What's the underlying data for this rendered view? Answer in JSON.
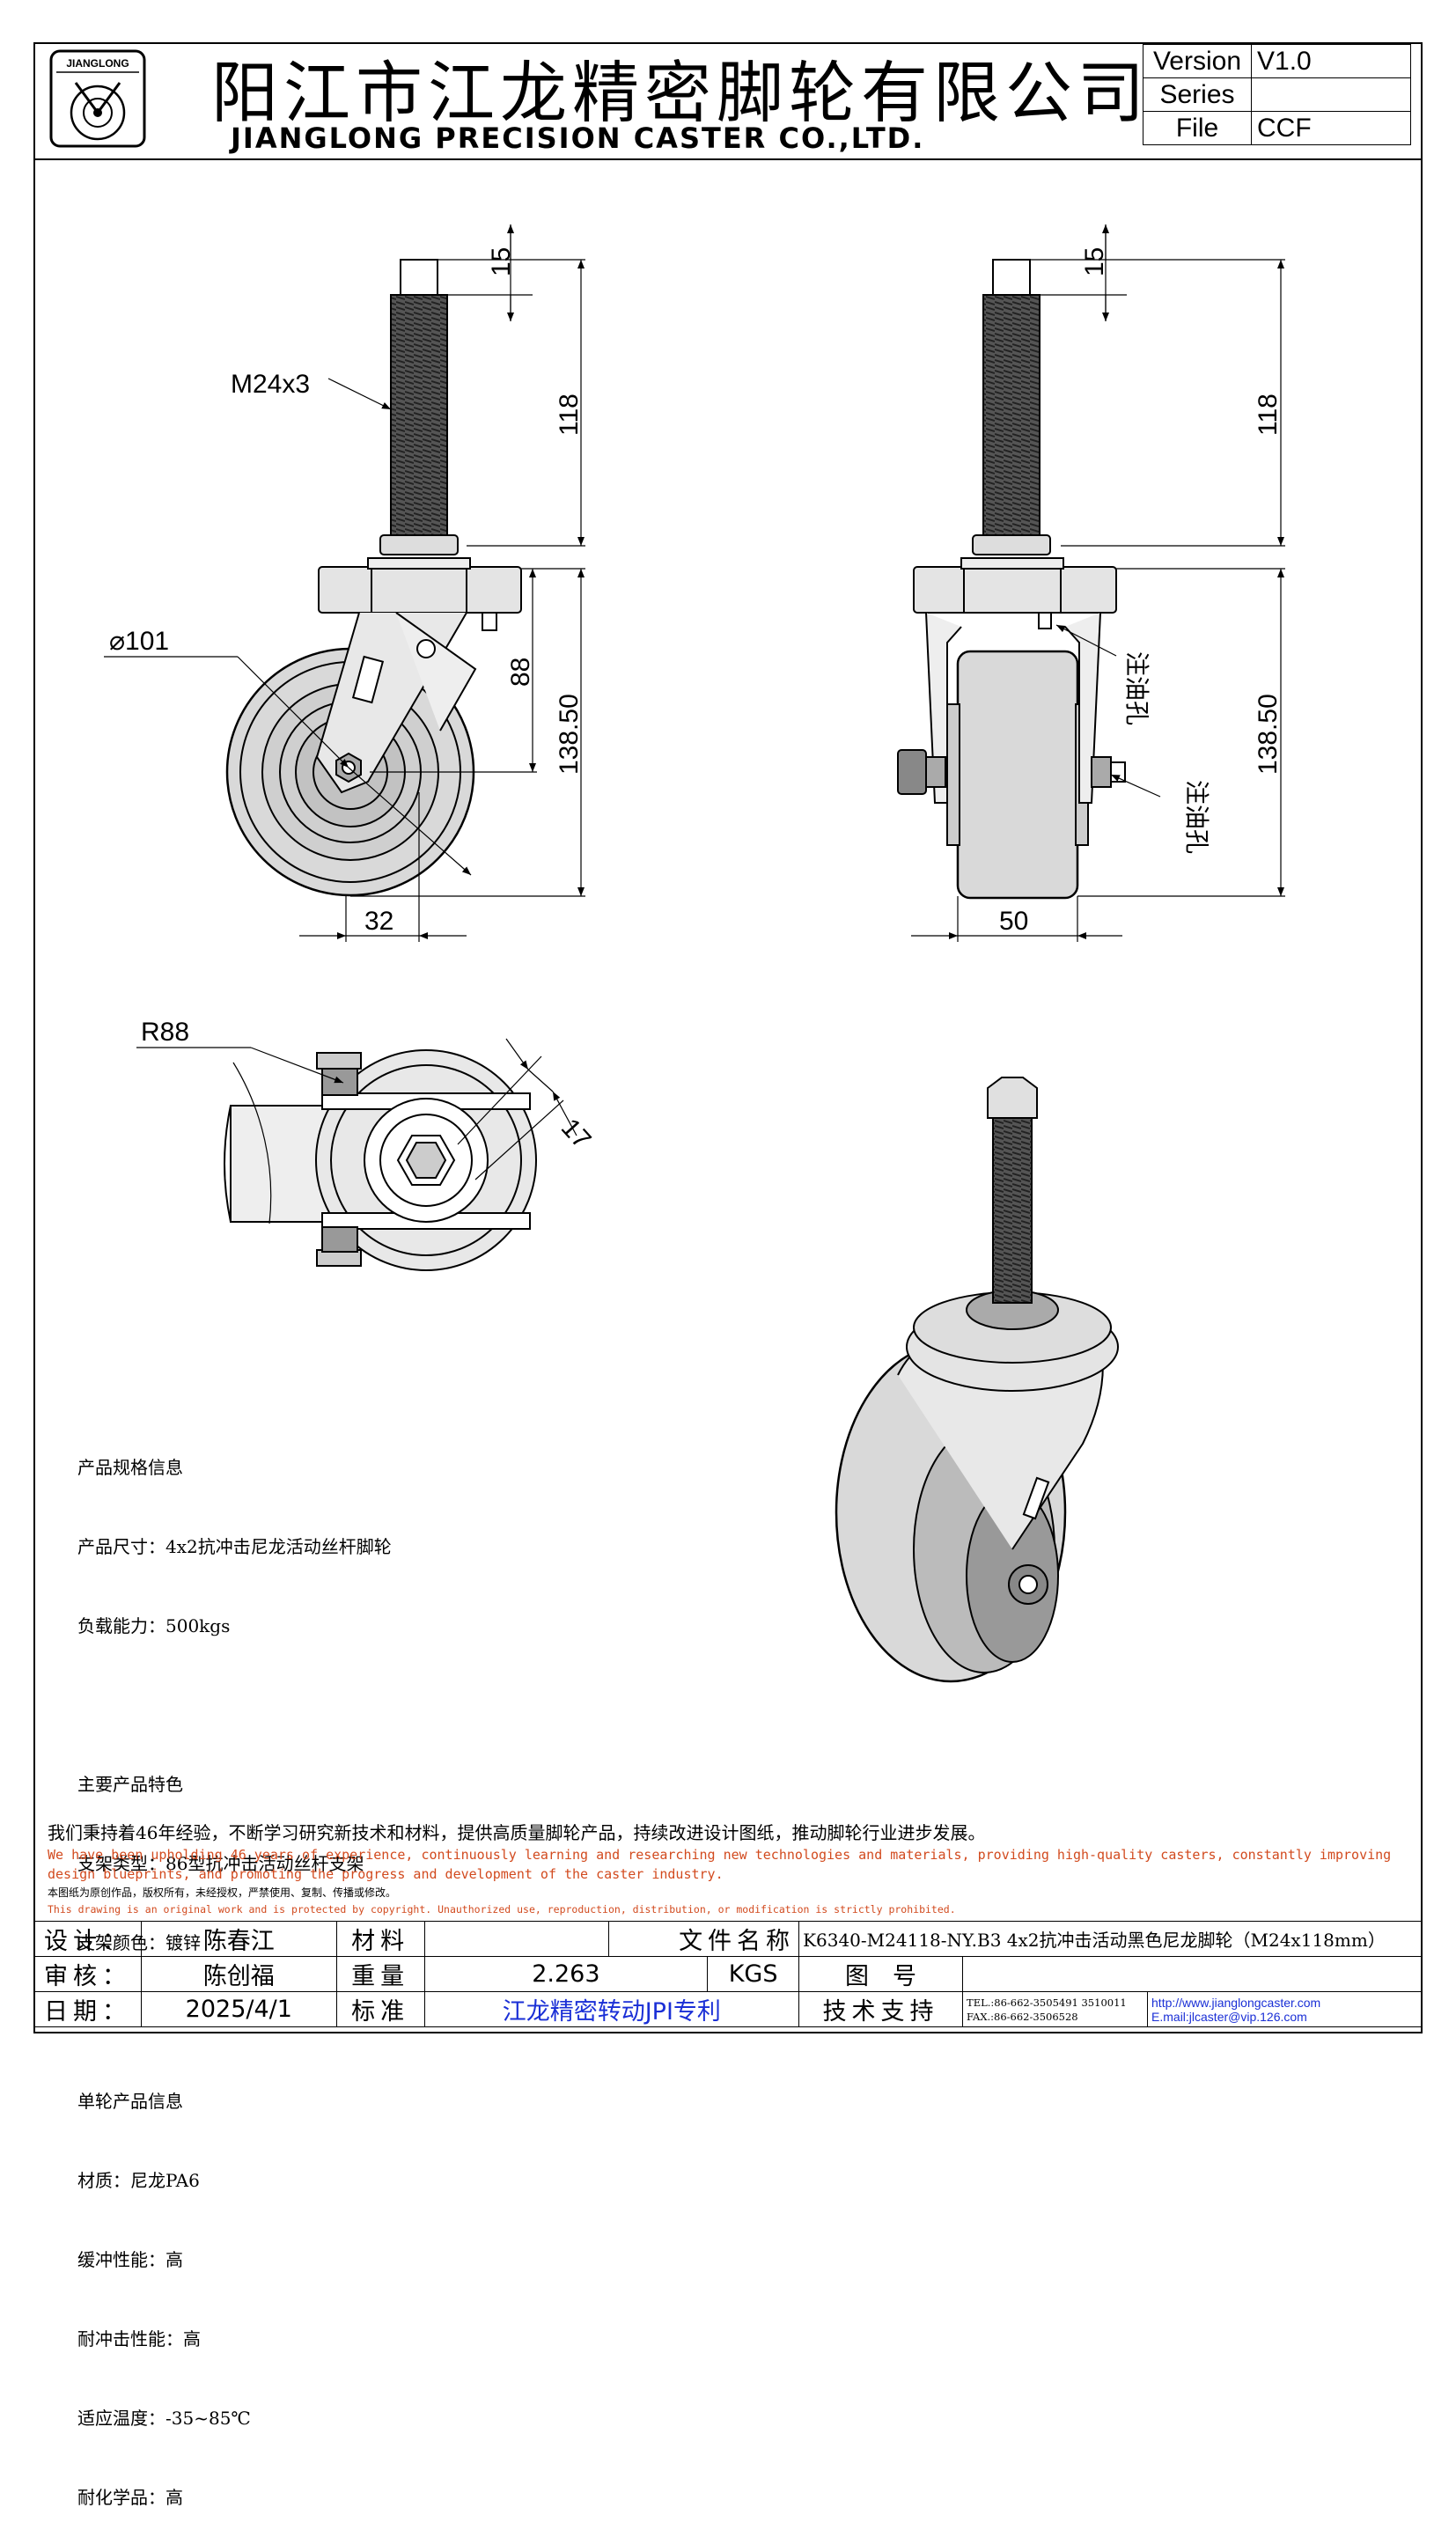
{
  "header": {
    "logo_text": "JIANGLONG",
    "company_cn": "阳江市江龙精密脚轮有限公司",
    "company_en": "JIANGLONG PRECISION CASTER CO.,LTD.",
    "version_label": "Version",
    "version_value": "V1.0",
    "series_label": "Series",
    "series_value": "",
    "file_label": "File",
    "file_value": "CCF"
  },
  "dimensions": {
    "front": {
      "top_hex": "15",
      "thread_len": "118",
      "thread_spec": "M24x3",
      "wheel_dia": "⌀101",
      "offset_88": "88",
      "total_height": "138.50",
      "swivel_offset": "32"
    },
    "side": {
      "top_hex": "15",
      "thread_len": "118",
      "total_height": "138.50",
      "wheel_width": "50",
      "grease_1": "注油孔",
      "grease_2": "注油孔"
    },
    "top": {
      "swivel_radius": "R88",
      "hex_size": "17"
    }
  },
  "spec": {
    "section1_title": "产品规格信息",
    "size": "产品尺寸：4x2抗冲击尼龙活动丝杆脚轮",
    "load": "负载能力：500kgs",
    "section2_title": "主要产品特色",
    "bracket_type": "支架类型：86型抗冲击活动丝杆支架",
    "bracket_color": "支架颜色：镀锌",
    "section3_title": "单轮产品信息",
    "material": "材质：尼龙PA6",
    "cushion": "缓冲性能：高",
    "impact": "耐冲击性能：高",
    "temp": "适应温度：-35~85℃",
    "chem": "耐化学品：高"
  },
  "slogan": {
    "cn": "我们秉持着46年经验，不断学习研究新技术和材料，提供高质量脚轮产品，持续改进设计图纸，推动脚轮行业进步发展。",
    "en": "We have been upholding 46 years of experience, continuously learning and researching new technologies and materials, providing high-quality casters, constantly improving design blueprints, and promoting the progress and development of the caster industry.",
    "copy_cn": "本图纸为原创作品，版权所有，未经授权，严禁使用、复制、传播或修改。",
    "copy_en": "This drawing is an original work and is protected by copyright. Unauthorized use, reproduction, distribution, or modification is strictly prohibited."
  },
  "title_block": {
    "design_label": "设计：",
    "designer": "陈春江",
    "material_label": "材料",
    "material_value": "",
    "filename_label": "文件名称",
    "filename_value": "K6340-M24118-NY.B3 4x2抗冲击活动黑色尼龙脚轮（M24x118mm）",
    "review_label": "审核：",
    "reviewer": "陈创福",
    "weight_label": "重量",
    "weight_value": "2.263",
    "weight_unit": "KGS",
    "drawing_no_label": "图　号",
    "drawing_no_value": "",
    "date_label": "日期：",
    "date_value": "2025/4/1",
    "standard_label": "标准",
    "standard_value": "江龙精密转动JPI专利",
    "support_label": "技术支持",
    "tel": "TEL.:86-662-3505491 3510011",
    "fax": "FAX.:86-662-3506528",
    "web": "http://www.jianglongcaster.com",
    "email": "E.mail:jlcaster@vip.126.com"
  }
}
